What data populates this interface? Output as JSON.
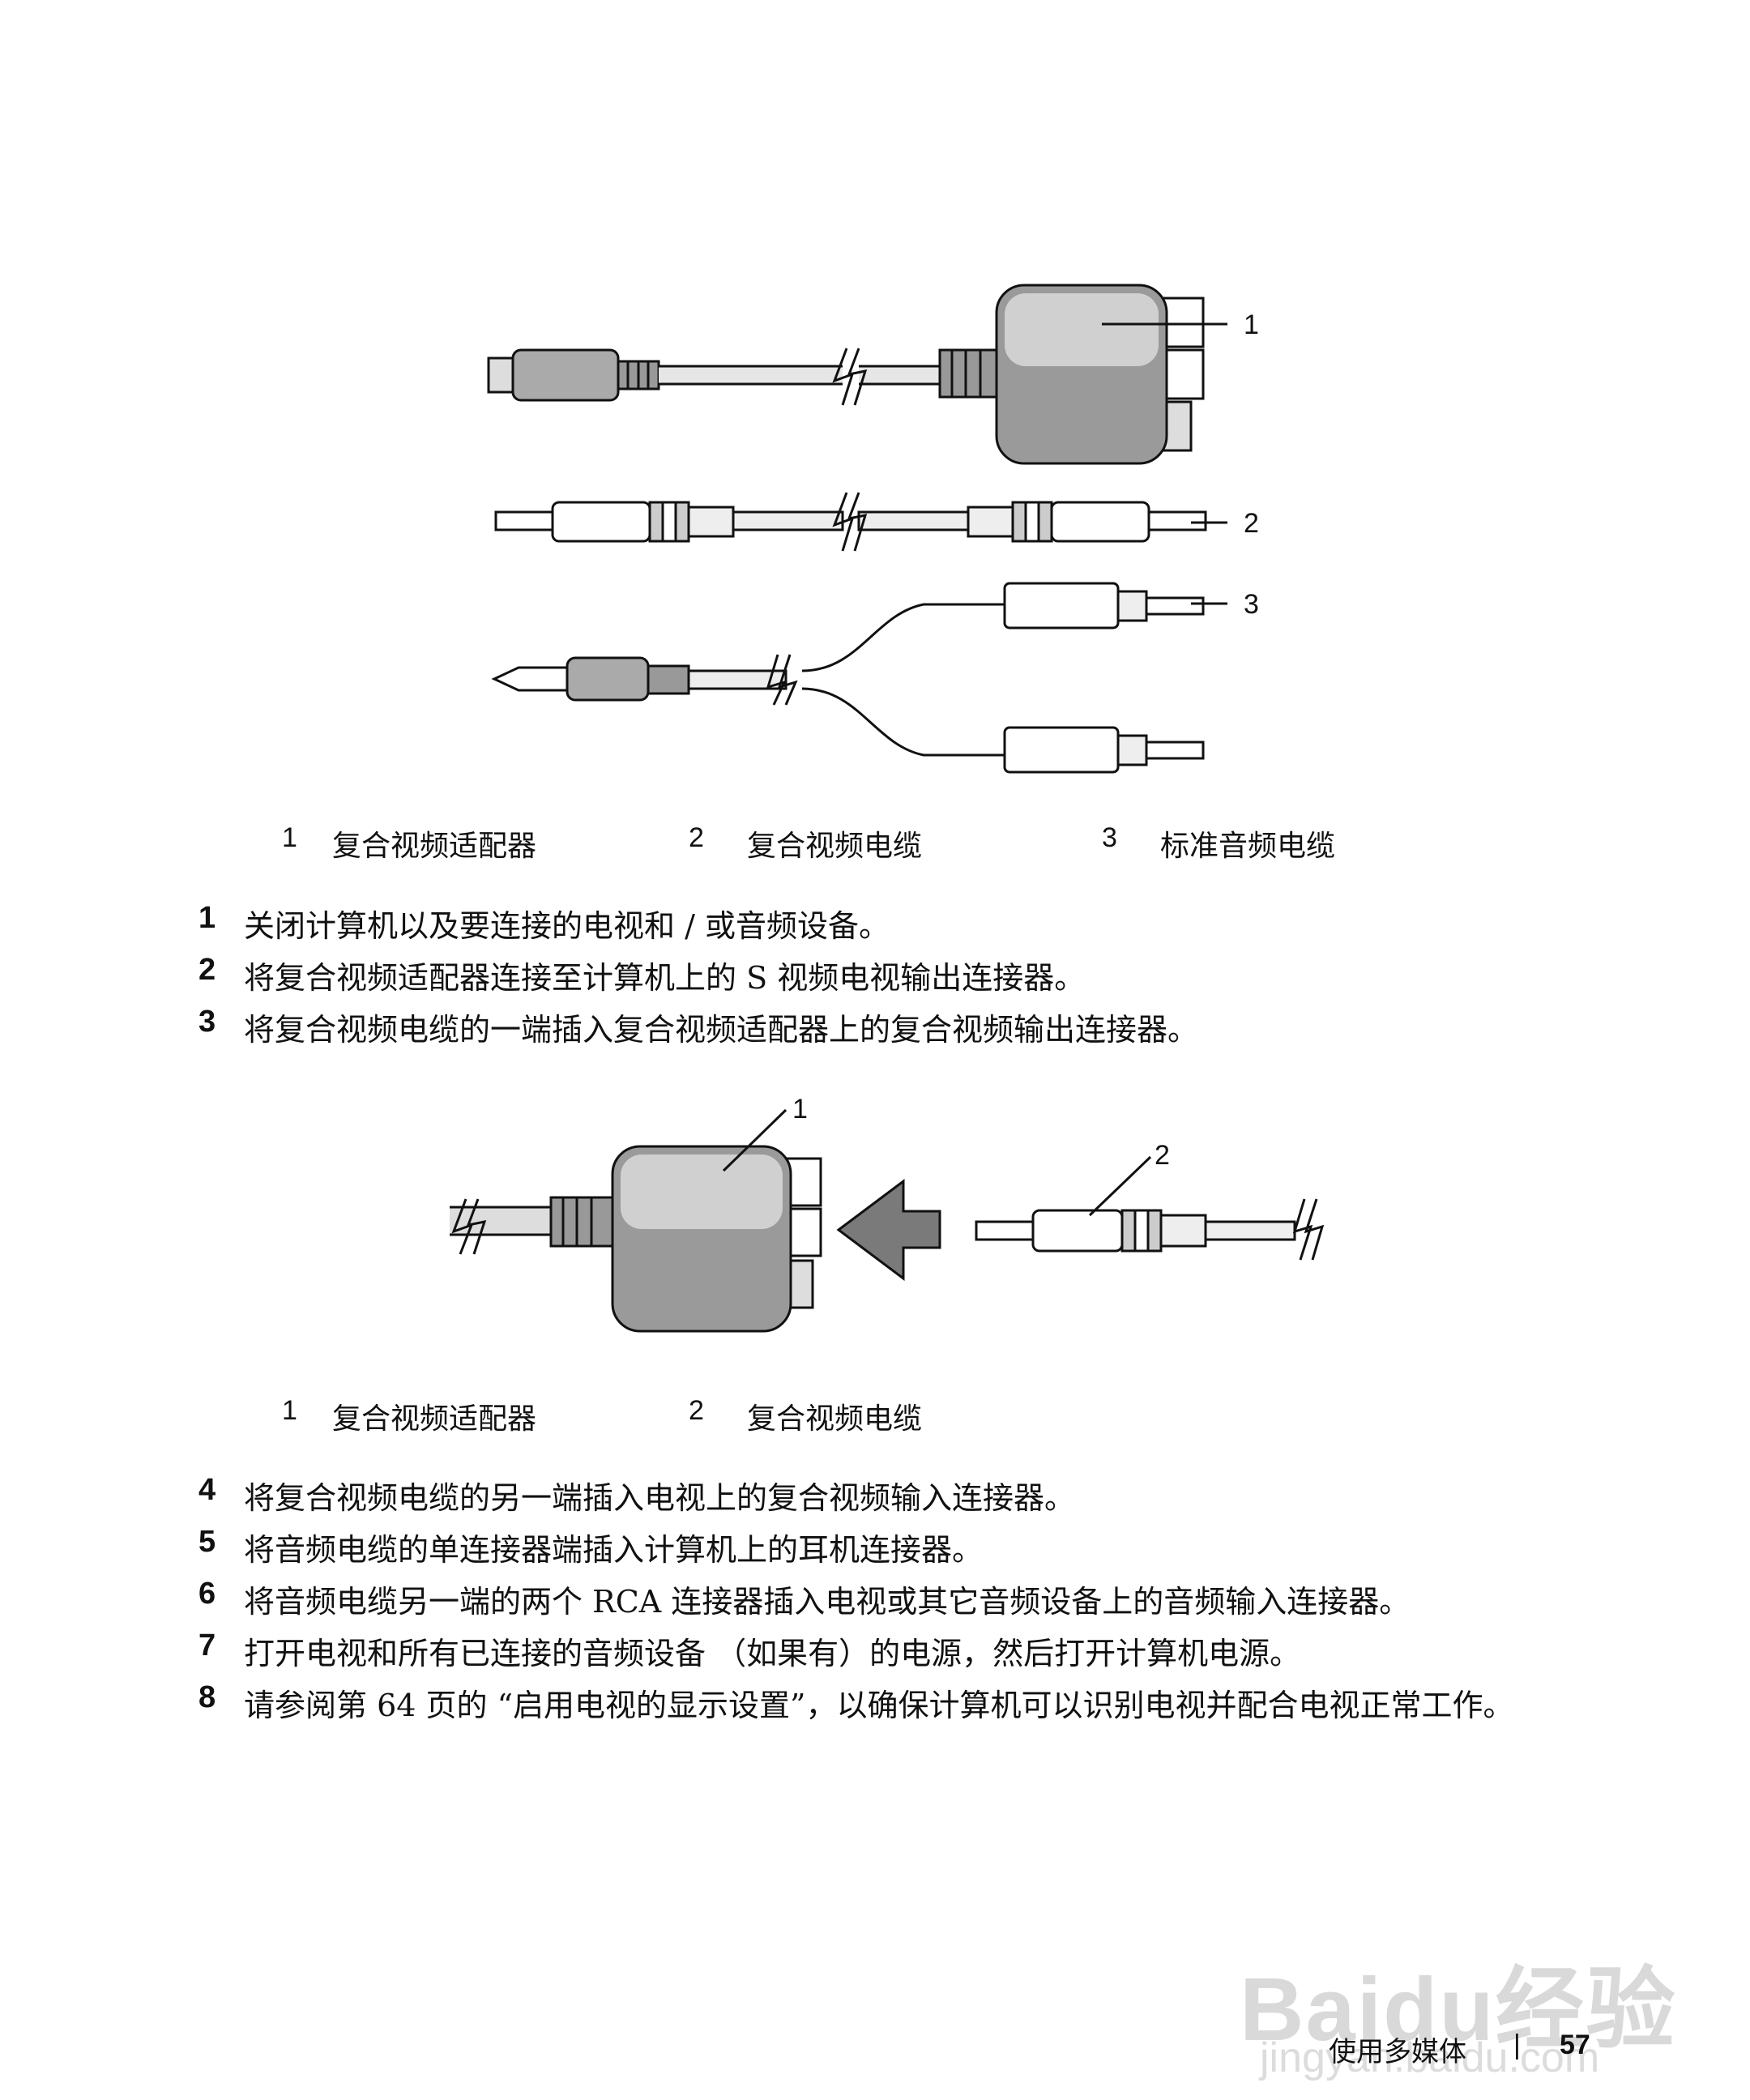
{
  "figure1": {
    "callouts": [
      "1",
      "2",
      "3"
    ],
    "legend": [
      {
        "num": "1",
        "text": "复合视频适配器"
      },
      {
        "num": "2",
        "text": "复合视频电缆"
      },
      {
        "num": "3",
        "text": "标准音频电缆"
      }
    ]
  },
  "steps_a": [
    {
      "num": "1",
      "text": "关闭计算机以及要连接的电视和 / 或音频设备。"
    },
    {
      "num": "2",
      "text": "将复合视频适配器连接至计算机上的 S 视频电视输出连接器。"
    },
    {
      "num": "3",
      "text": "将复合视频电缆的一端插入复合视频适配器上的复合视频输出连接器。"
    }
  ],
  "figure2": {
    "callouts": [
      "1",
      "2"
    ],
    "legend": [
      {
        "num": "1",
        "text": "复合视频适配器"
      },
      {
        "num": "2",
        "text": "复合视频电缆"
      }
    ]
  },
  "steps_b": [
    {
      "num": "4",
      "text": "将复合视频电缆的另一端插入电视上的复合视频输入连接器。"
    },
    {
      "num": "5",
      "text": "将音频电缆的单连接器端插入计算机上的耳机连接器。"
    },
    {
      "num": "6",
      "text": "将音频电缆另一端的两个 RCA 连接器插入电视或其它音频设备上的音频输入连接器。"
    },
    {
      "num": "7",
      "text": "打开电视和所有已连接的音频设备 （如果有）的电源，然后打开计算机电源。"
    },
    {
      "num": "8",
      "text": "请参阅第 64 页的 “启用电视的显示设置”，以确保计算机可以识别电视并配合电视正常工作。"
    }
  ],
  "footer": {
    "section": "使用多媒体",
    "separator": "|",
    "page": "57"
  },
  "watermark": {
    "logo": "Baidu经验",
    "url": "jingyan.baidu.com"
  }
}
